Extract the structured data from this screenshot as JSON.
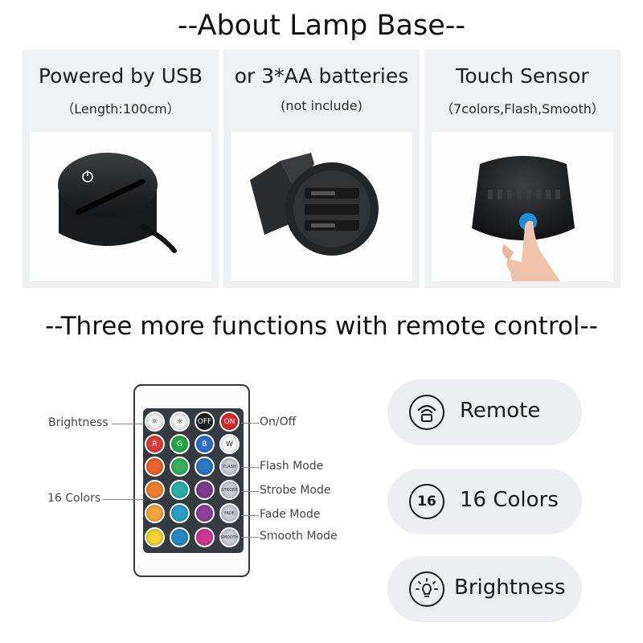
{
  "title_top": "--About Lamp Base--",
  "title_mid": "--Three more functions with remote control--",
  "panels": [
    {
      "title": "Powered by USB",
      "subtitle": "（Length:100cm）",
      "image_icon": "usb-lamp-base-image"
    },
    {
      "title": "or 3*AA batteries",
      "subtitle": "(not include)",
      "image_icon": "battery-lamp-base-image"
    },
    {
      "title": "Touch Sensor",
      "subtitle": "（7colors,Flash,Smooth）",
      "image_icon": "touch-sensor-base-image"
    }
  ],
  "remote": {
    "buttons": {
      "brightness_up": "☼",
      "brightness_down": "☼",
      "off": "OFF",
      "on": "ON",
      "r": "R",
      "g": "G",
      "b": "B",
      "w": "W",
      "flash": "FLASH",
      "strobe": "STROBE",
      "fade": "FADE",
      "smooth": "SMOOTH"
    },
    "colors": {
      "off": "#1c1c1c",
      "on": "#e0242a",
      "red": "#e23a3a",
      "green": "#29a84a",
      "blue": "#2a6fd0",
      "white": "#ffffff",
      "row3": [
        "#e8642a",
        "#35b061",
        "#2b78c4"
      ],
      "row4": [
        "#ef7f30",
        "#2bb0a8",
        "#7a3e8c"
      ],
      "row5": [
        "#f3a53a",
        "#2a9ec9",
        "#8e3f99"
      ],
      "row6": [
        "#f2d330",
        "#2488c8",
        "#d0388f"
      ],
      "mode": "#c9ccd2"
    },
    "callouts": {
      "brightness": "Brightness",
      "colors16": "16 Colors",
      "onoff": "On/Off",
      "flash": "Flash Mode",
      "strobe": "Strobe Mode",
      "fade": "Fade Mode",
      "smooth": "Smooth Mode"
    }
  },
  "features": [
    {
      "label": "Remote",
      "icon": "remote-wave-icon"
    },
    {
      "label": "16 Colors",
      "icon_text": "16",
      "icon": "sixteen-colors-icon"
    },
    {
      "label": "Brightness",
      "icon": "bulb-icon"
    }
  ]
}
